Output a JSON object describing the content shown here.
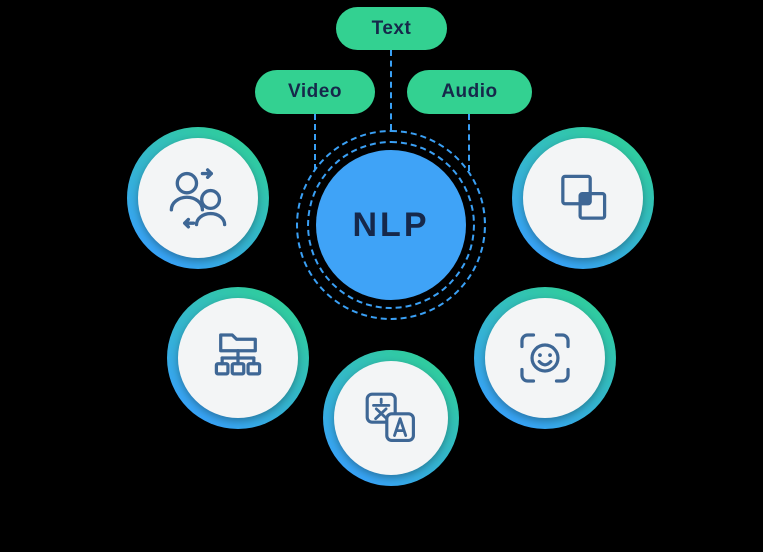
{
  "title": "NLP inputs and capabilities diagram",
  "colors": {
    "background": "#000000",
    "pill_green": "#33d191",
    "link_blue": "#3aa0f5",
    "center_blue": "#3fa3f7",
    "text_navy": "#16284a",
    "icon_blue": "#3e6795",
    "node_bg": "#f3f5f6",
    "ring_green": "#2fd096",
    "ring_blue": "#38a3f6"
  },
  "center": {
    "label": "NLP"
  },
  "inputs": [
    {
      "id": "text",
      "label": "Text"
    },
    {
      "id": "video",
      "label": "Video"
    },
    {
      "id": "audio",
      "label": "Audio"
    }
  ],
  "nodes": [
    {
      "id": "conversation",
      "icon": "people-conversation-icon"
    },
    {
      "id": "overlap",
      "icon": "overlapping-squares-icon"
    },
    {
      "id": "taxonomy",
      "icon": "folder-tree-icon"
    },
    {
      "id": "face",
      "icon": "face-recognition-icon"
    },
    {
      "id": "translate",
      "icon": "translation-icon"
    }
  ]
}
